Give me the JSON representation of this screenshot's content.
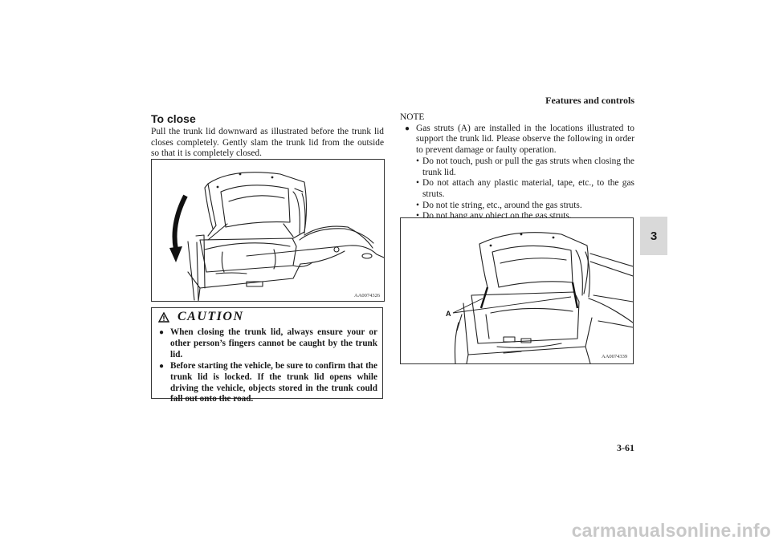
{
  "header": {
    "section_title": "Features and controls"
  },
  "chapter_tab": "3",
  "left": {
    "title": "To close",
    "body": "Pull the trunk lid downward as illustrated before the trunk lid closes completely. Gently slam the trunk lid from the outside so that it is completely closed.",
    "figure_code": "AA0074326"
  },
  "caution": {
    "title": "CAUTION",
    "items": [
      "When closing the trunk lid, always ensure your or other person’s fingers cannot be caught by the trunk lid.",
      "Before starting the vehicle, be sure to confirm that the trunk lid is locked. If the trunk lid opens while driving the vehicle, objects stored in the trunk could fall out onto the road."
    ]
  },
  "note": {
    "label": "NOTE",
    "main": "Gas struts (A) are installed in the locations illustrated to support the trunk lid. Please observe the following in order to prevent damage or faulty operation.",
    "subs": [
      "Do not touch, push or pull the gas struts when closing the trunk lid.",
      "Do not attach any plastic material, tape, etc., to the gas struts.",
      "Do not tie string, etc., around the gas struts.",
      "Do not hang any object on the gas struts."
    ],
    "figure_code": "AA0074339",
    "figure_callout": "A"
  },
  "page_number": "3-61",
  "watermark": "carmanualsonline.info"
}
